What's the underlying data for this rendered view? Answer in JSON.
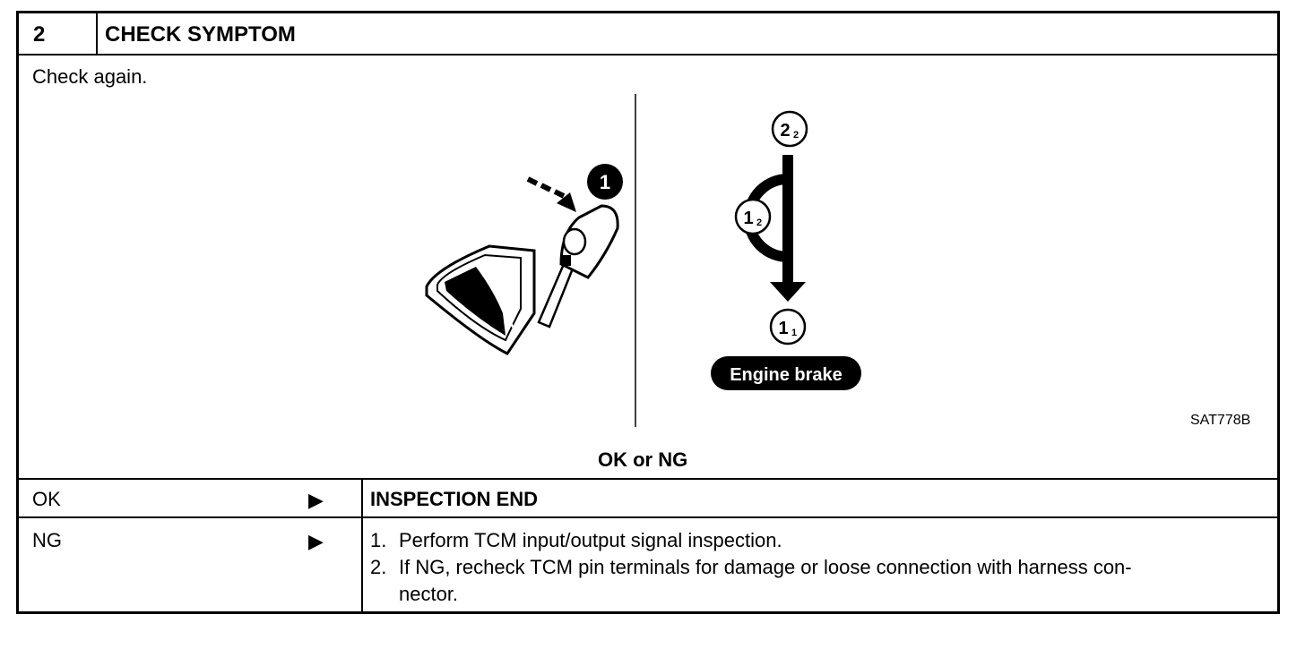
{
  "header": {
    "step": "2",
    "title": "CHECK SYMPTOM"
  },
  "body": {
    "instruction": "Check again.",
    "figure": {
      "shift_marker": "1",
      "positions": {
        "top": {
          "main": "2",
          "sub": "2"
        },
        "mid": {
          "main": "1",
          "sub": "2"
        },
        "bottom": {
          "main": "1",
          "sub": "1"
        }
      },
      "engine_brake_label": "Engine brake",
      "figure_code": "SAT778B"
    },
    "question": "OK or NG"
  },
  "results": [
    {
      "label": "OK",
      "arrow": "▶",
      "action": "INSPECTION END"
    },
    {
      "label": "NG",
      "arrow": "▶",
      "steps": [
        {
          "num": "1.",
          "text": "Perform TCM input/output signal inspection."
        },
        {
          "num": "2.",
          "text": "If NG, recheck TCM pin terminals for damage or loose connection with harness con-",
          "cont": "nector."
        }
      ]
    }
  ]
}
